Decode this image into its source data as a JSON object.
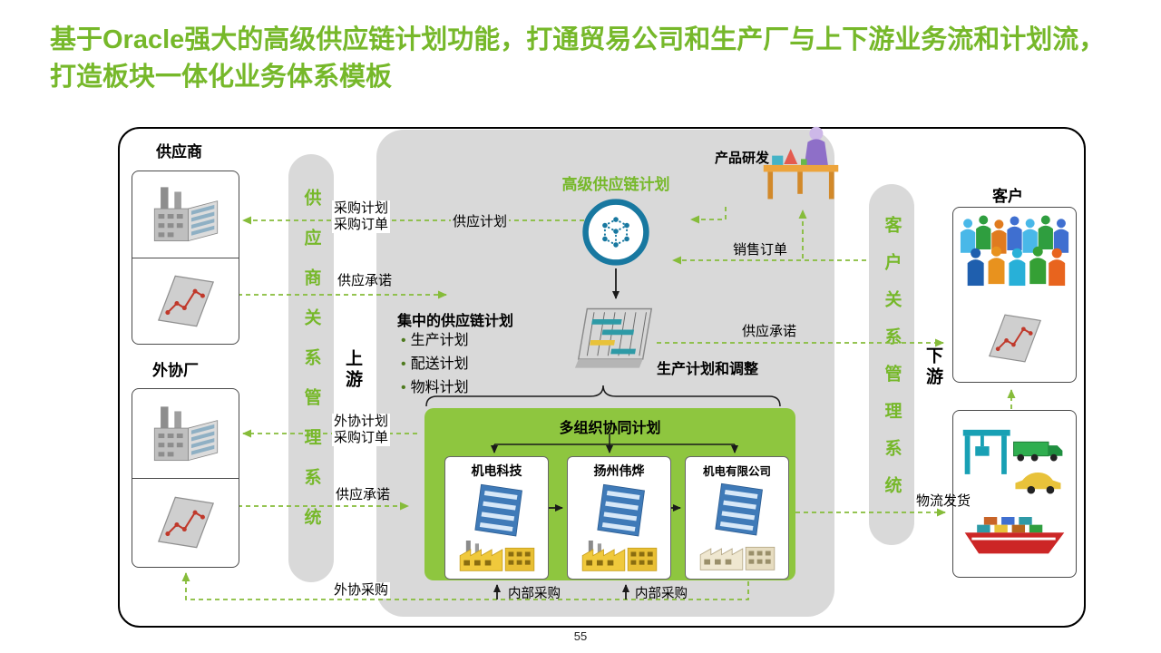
{
  "slide": {
    "title": "基于Oracle强大的高级供应链计划功能，打通贸易公司和生产厂与上下游业务流和计划流，打造板块一体化业务体系模板",
    "page_number": "55"
  },
  "left": {
    "supplier_label": "供应商",
    "outsourcer_label": "外协厂",
    "srm_system": "供应商关系管理系统",
    "upstream": "上游"
  },
  "center": {
    "ascp_title": "高级供应链计划",
    "product_rd": "产品研发",
    "centralized_title": "集中的供应链计划",
    "plan_items": [
      "生产计划",
      "配送计划",
      "物料计划"
    ],
    "production_adjust": "生产计划和调整",
    "multi_org_title": "多组织协同计划",
    "orgs": [
      "机电科技",
      "扬州伟烨",
      "机电有限公司"
    ],
    "internal_purchase_left": "内部采购",
    "internal_purchase_right": "内部采购"
  },
  "flows": {
    "purchase_plan": "采购计划",
    "purchase_order": "采购订单",
    "supply_plan": "供应计划",
    "supply_commit_upper": "供应承诺",
    "outsource_plan": "外协计划",
    "outsource_order": "采购订单",
    "supply_commit_lower": "供应承诺",
    "outsource_purchase": "外协采购",
    "sales_order": "销售订单",
    "supply_commit_right": "供应承诺",
    "logistics_shipping": "物流发货"
  },
  "right": {
    "customer_label": "客户",
    "crm_system": "客户关系管理系统",
    "downstream": "下游"
  },
  "colors": {
    "title_green": "#76B82A",
    "dashed_green": "#86BC3A",
    "panel_gray": "#D9D9D9",
    "multi_org_green": "#8EC63F",
    "ascp_blue": "#1878A0"
  }
}
